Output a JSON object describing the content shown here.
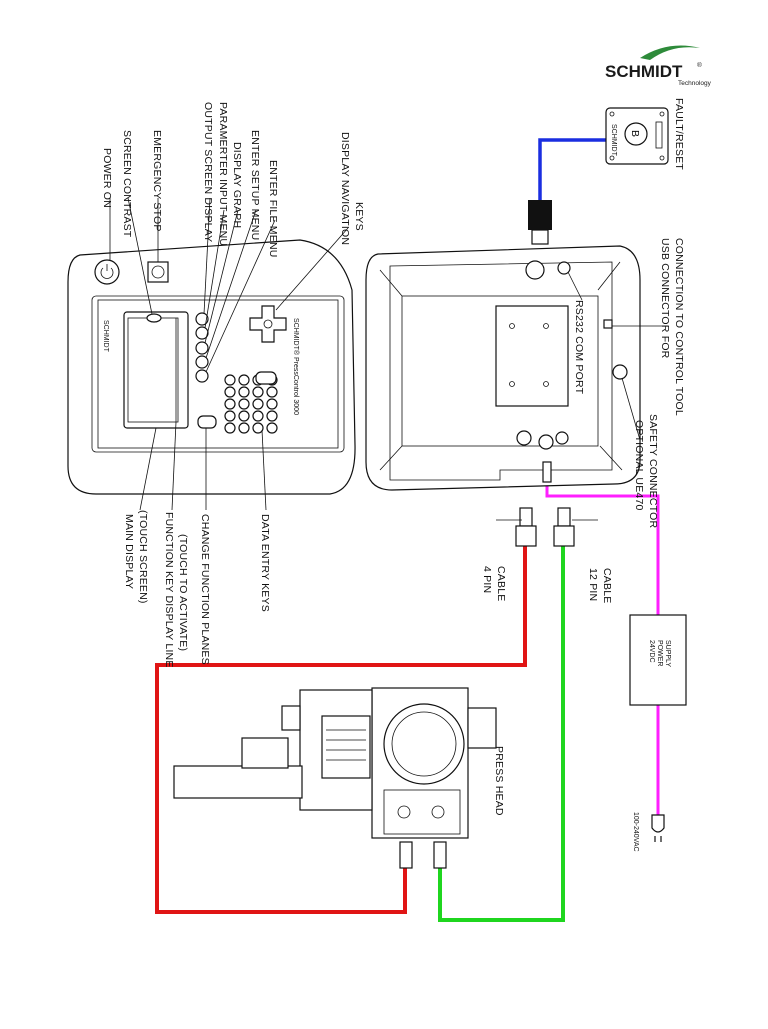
{
  "logo": {
    "name": "SCHMIDT",
    "registered": "®",
    "subtitle": "Technology",
    "accent_color": "#2e8b3a"
  },
  "controller_labels": {
    "power_on": "POWER ON",
    "screen_contrast": "SCREEN CONTRAST",
    "emergency_stop": "EMERGENCY STOP",
    "output_screen_display": "OUTPUT SCREEN DISPLAY",
    "parameter_input_menu": "PARAMERTER INPUT MENU",
    "display_graph": "DISPLAY GRAPH",
    "enter_setup_menu": "ENTER SETUP MENU",
    "enter_file_menu": "ENTER FILE MENU",
    "display_navigation_keys_1": "DISPLAY NAVIGATION",
    "display_navigation_keys_2": "KEYS",
    "main_display_1": "MAIN DISPLAY",
    "main_display_2": "(TOUCH SCREEN)",
    "function_key_line_1": "FUNCTION KEY DISPLAY LINE",
    "function_key_line_2": "(TOUCH TO ACTIVATE)",
    "change_function_planes": "CHANGE FUNCTION PLANES",
    "data_entry_keys": "DATA ENTRY KEYS",
    "device_model": "SCHMIDT® PressControl 3000",
    "device_brand": "SCHMIDT"
  },
  "back_panel_labels": {
    "fault_reset": "FAULT/RESET",
    "reset_button_letter": "B",
    "reset_box_text": "SCHMIDT",
    "usb_1": "USB CONNECTOR FOR",
    "usb_2": "CONNECTION TO CONTROL TOOL",
    "rs232": "RS232 COM PORT",
    "ue470_1": "OPTIONAL UE470",
    "ue470_2": "SAFETY CONNECTOR"
  },
  "cable_labels": {
    "cable_4_1": "4 PIN",
    "cable_4_2": "CABLE",
    "cable_12_1": "12 PIN",
    "cable_12_2": "CABLE",
    "press_head": "PRESS HEAD",
    "power_supply_1": "24VDC",
    "power_supply_2": "POWER",
    "power_supply_3": "SUPPLY",
    "mains": "100-240VAC"
  },
  "colors": {
    "red_cable": "#e01515",
    "green_cable": "#1fd61f",
    "magenta_cable": "#ff1fff",
    "blue_cable": "#1a2ee0"
  }
}
